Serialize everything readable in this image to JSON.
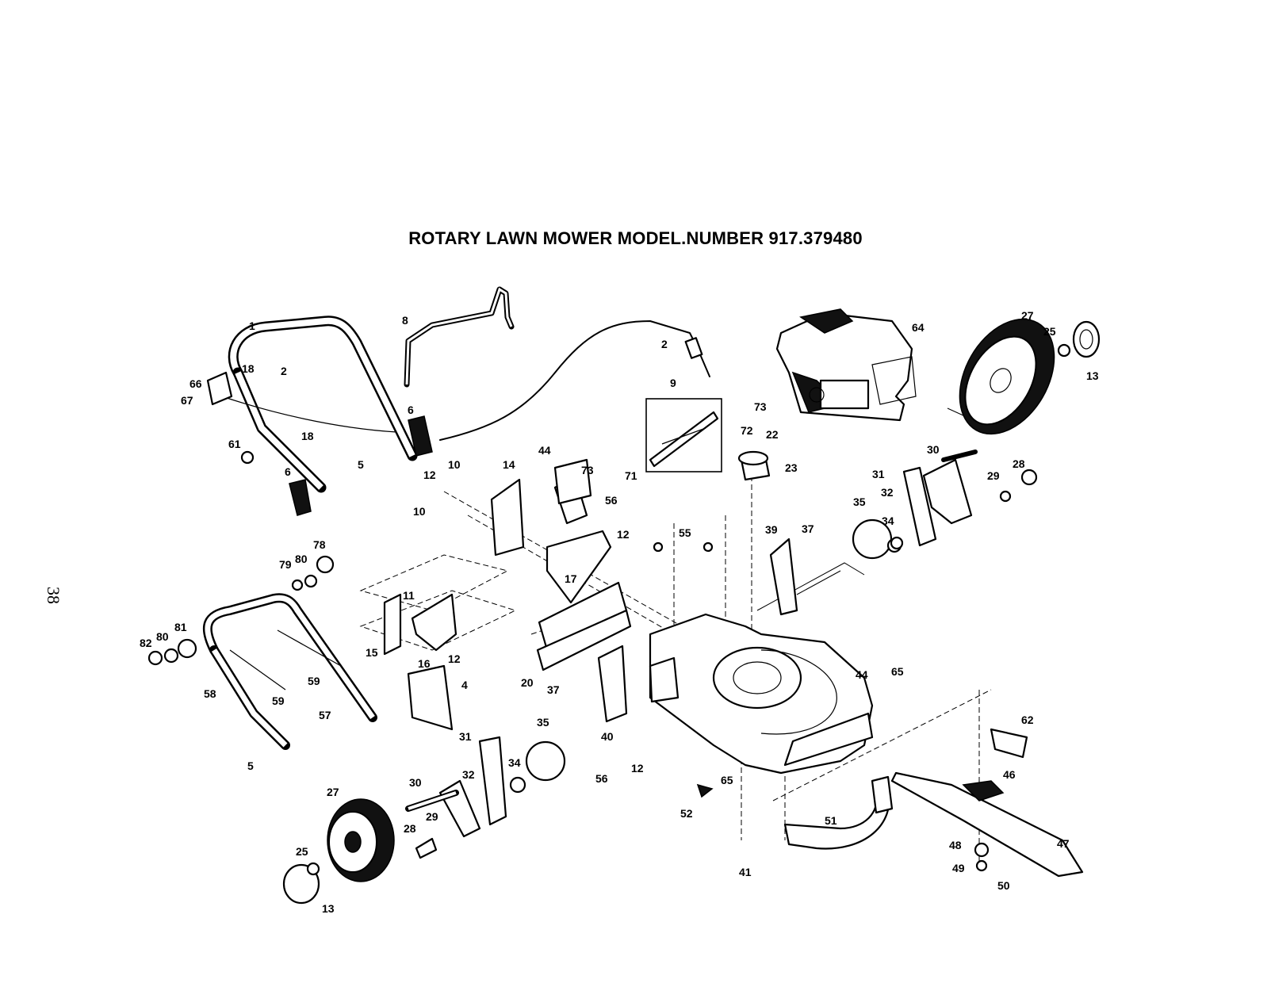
{
  "title": "ROTARY LAWN MOWER MODEL.NUMBER 917.379480",
  "page_number": "38",
  "labels": [
    "1",
    "8",
    "2",
    "18",
    "2",
    "66",
    "67",
    "6",
    "18",
    "61",
    "6",
    "5",
    "10",
    "12",
    "14",
    "44",
    "73",
    "71",
    "9",
    "73",
    "72",
    "22",
    "23",
    "64",
    "27",
    "25",
    "13",
    "30",
    "31",
    "32",
    "29",
    "28",
    "35",
    "34",
    "10",
    "56",
    "12",
    "55",
    "39",
    "37",
    "78",
    "79",
    "80",
    "11",
    "17",
    "82",
    "80",
    "81",
    "15",
    "16",
    "12",
    "20",
    "4",
    "58",
    "59",
    "59",
    "57",
    "5",
    "37",
    "35",
    "40",
    "31",
    "32",
    "34",
    "30",
    "27",
    "29",
    "28",
    "25",
    "13",
    "56",
    "12",
    "44",
    "65",
    "62",
    "46",
    "47",
    "48",
    "49",
    "50",
    "52",
    "65",
    "51",
    "41"
  ]
}
